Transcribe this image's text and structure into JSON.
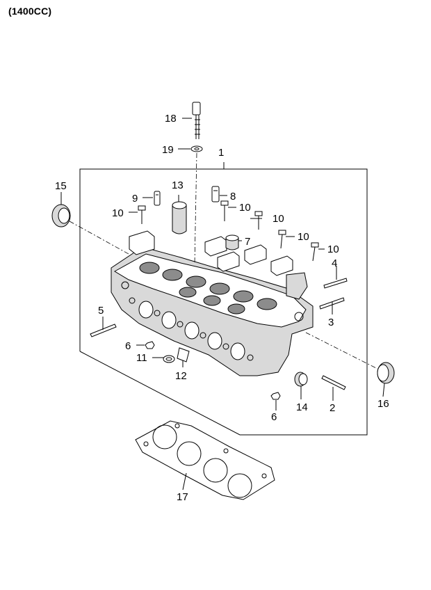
{
  "title": "(1400CC)",
  "callouts": [
    "1",
    "2",
    "3",
    "4",
    "5",
    "6",
    "6",
    "7",
    "8",
    "9",
    "10",
    "10",
    "10",
    "10",
    "10",
    "11",
    "12",
    "13",
    "14",
    "15",
    "16",
    "17",
    "18",
    "19"
  ]
}
